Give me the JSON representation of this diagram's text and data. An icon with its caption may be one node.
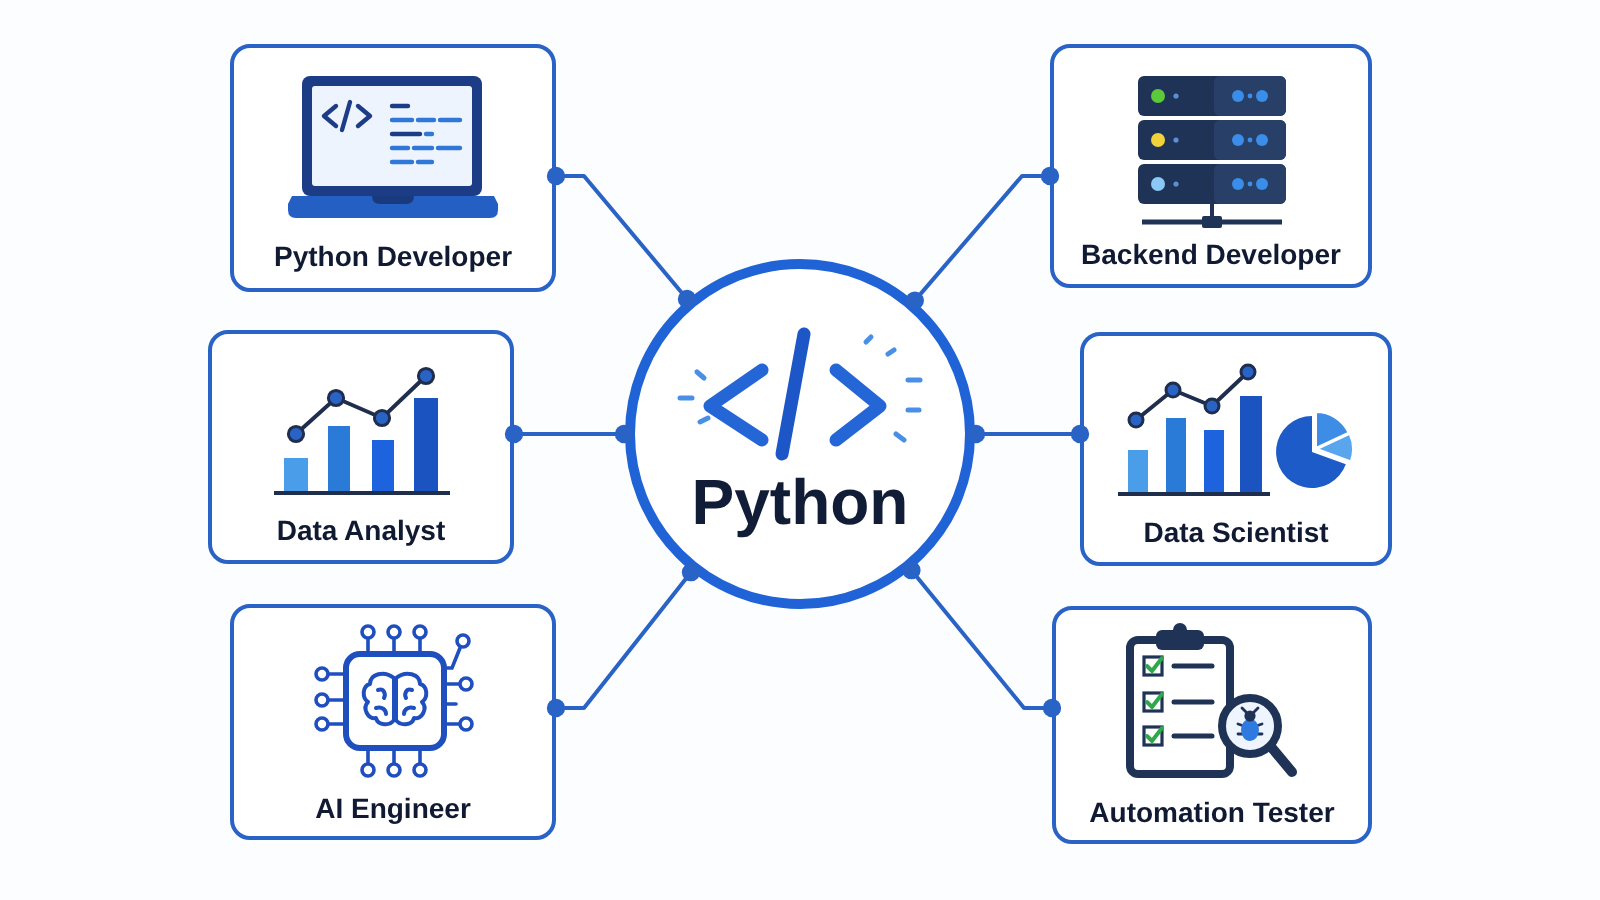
{
  "diagram": {
    "nodes": [
      {
        "text": [
          "Python Developer"
        ]
      },
      {
        "text": [
          "Backend Developer"
        ]
      },
      {
        "text": [
          "Data Analyst"
        ]
      },
      {
        "text": [
          "Python"
        ]
      },
      {
        "text": [
          "Data Scientist"
        ]
      },
      {
        "text": [
          "AI Engineer"
        ]
      },
      {
        "text": [
          "Automation Tester"
        ]
      }
    ],
    "edges": [
      {
        "from": 3,
        "to": 0,
        "arrow": "other"
      },
      {
        "from": 3,
        "to": 1,
        "arrow": "other"
      },
      {
        "from": 3,
        "to": 2,
        "arrow": "other"
      },
      {
        "from": 3,
        "to": 4,
        "arrow": "other"
      },
      {
        "from": 3,
        "to": 5,
        "arrow": "other"
      },
      {
        "from": 3,
        "to": 6,
        "arrow": "other"
      }
    ]
  }
}
